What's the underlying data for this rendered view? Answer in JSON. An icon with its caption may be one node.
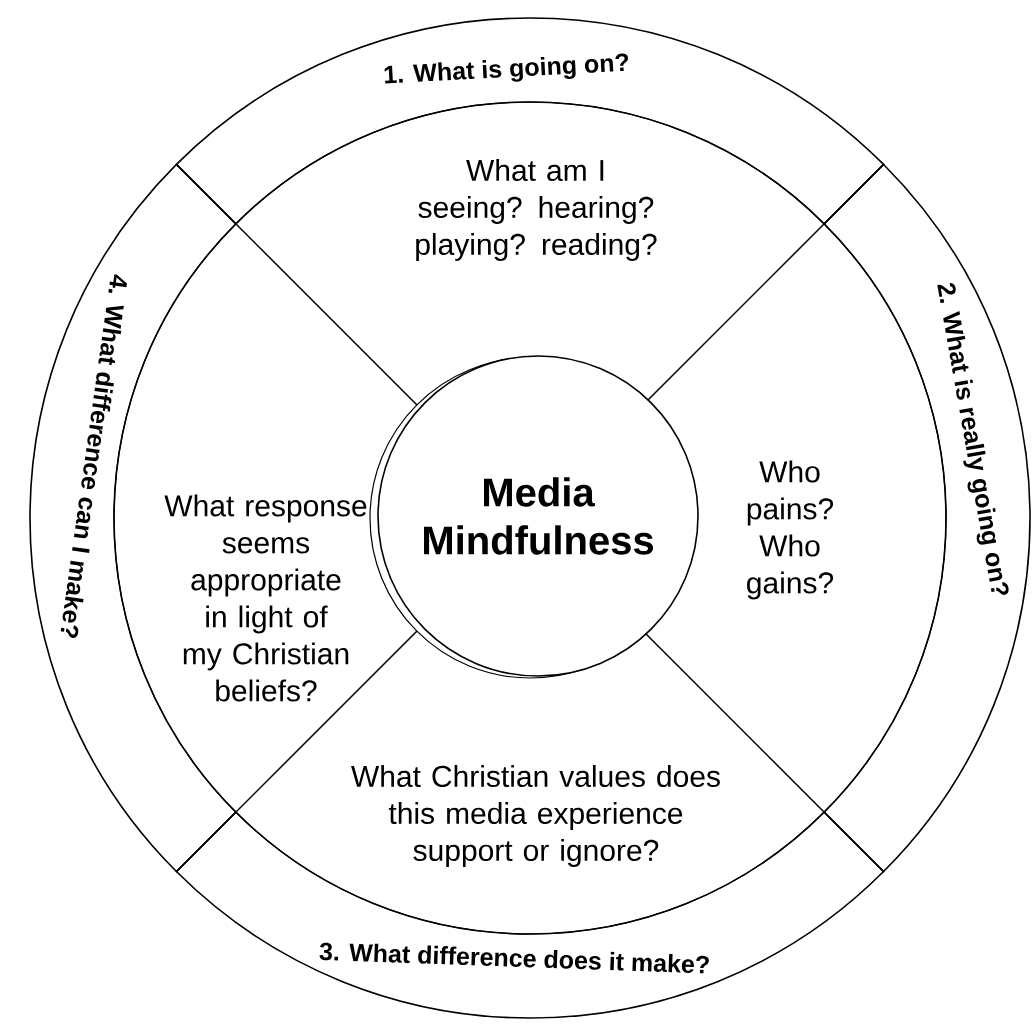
{
  "diagram": {
    "nodes": [
      {
        "text": [
          "1. What is going on?"
        ]
      },
      {
        "text": [
          "2. What is really going on?"
        ]
      },
      {
        "text": [
          "3. What difference does it make?"
        ]
      },
      {
        "text": [
          "4. What difference can I make?"
        ]
      },
      {
        "text": [
          "What am I seeing? hearing? playing? reading?"
        ]
      },
      {
        "text": [
          "Who pains? Who gains?"
        ]
      },
      {
        "text": [
          "What Christian values does this media experience support or ignore?"
        ]
      },
      {
        "text": [
          "What response seems appropriate in light of my Christian beliefs?"
        ]
      },
      {
        "text": [
          "Media Mindfulness"
        ]
      }
    ]
  }
}
